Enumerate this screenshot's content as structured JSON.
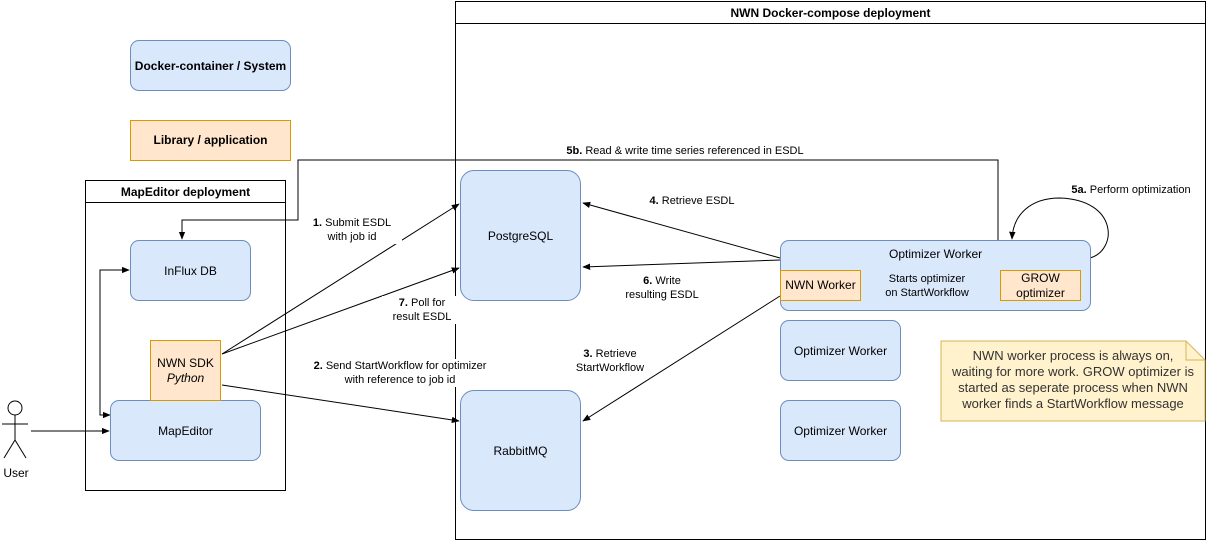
{
  "legend": {
    "container_label": "Docker-container / System",
    "library_label": "Library / application"
  },
  "nwn_deployment": {
    "title": "NWN Docker-compose deployment"
  },
  "mapeditor_deployment": {
    "title": "MapEditor deployment"
  },
  "nodes": {
    "postgresql": "PostgreSQL",
    "rabbitmq": "RabbitMQ",
    "influxdb": "InFlux DB",
    "mapeditor": "MapEditor",
    "nwn_sdk": {
      "line1": "NWN SDK",
      "line2": "Python"
    },
    "user": "User",
    "optimizer_worker_main": "Optimizer Worker",
    "nwn_worker": "NWN Worker",
    "grow_optimizer": {
      "line1": "GROW",
      "line2": "optimizer"
    },
    "optimizer_worker_2": "Optimizer Worker",
    "optimizer_worker_3": "Optimizer Worker"
  },
  "edges": {
    "e1": {
      "num": "1.",
      "line1": " Submit ESDL",
      "line2": "with job id"
    },
    "e2": {
      "num": "2.",
      "line1": " Send StartWorkflow for optimizer",
      "line2": "with reference to job id"
    },
    "e3": {
      "num": "3.",
      "line1": " Retrieve",
      "line2": "StartWorkflow"
    },
    "e4": {
      "num": "4.",
      "line1": " Retrieve ESDL"
    },
    "e5a": {
      "num": "5a.",
      "line1": " Perform optimization"
    },
    "e5b": {
      "num": "5b.",
      "line1": " Read & write time series referenced in ESDL"
    },
    "e6": {
      "num": "6.",
      "line1": " Write",
      "line2": "resulting ESDL"
    },
    "e7": {
      "num": "7.",
      "line1": " Poll for",
      "line2": "result ESDL"
    },
    "starts": {
      "line1": "Starts optimizer",
      "line2": "on StartWorkflow"
    }
  },
  "note": {
    "lines": [
      "NWN worker process is always on,",
      "waiting for more work. GROW optimizer is",
      "started as seperate process when NWN",
      "worker finds a StartWorkflow message"
    ]
  },
  "colors": {
    "container_fill": "#dae8fc",
    "container_stroke": "#6c8ebf",
    "library_fill": "#ffe6cc",
    "library_stroke": "#d79b00",
    "note_fill": "#fff2cc",
    "note_stroke": "#d6b656"
  }
}
